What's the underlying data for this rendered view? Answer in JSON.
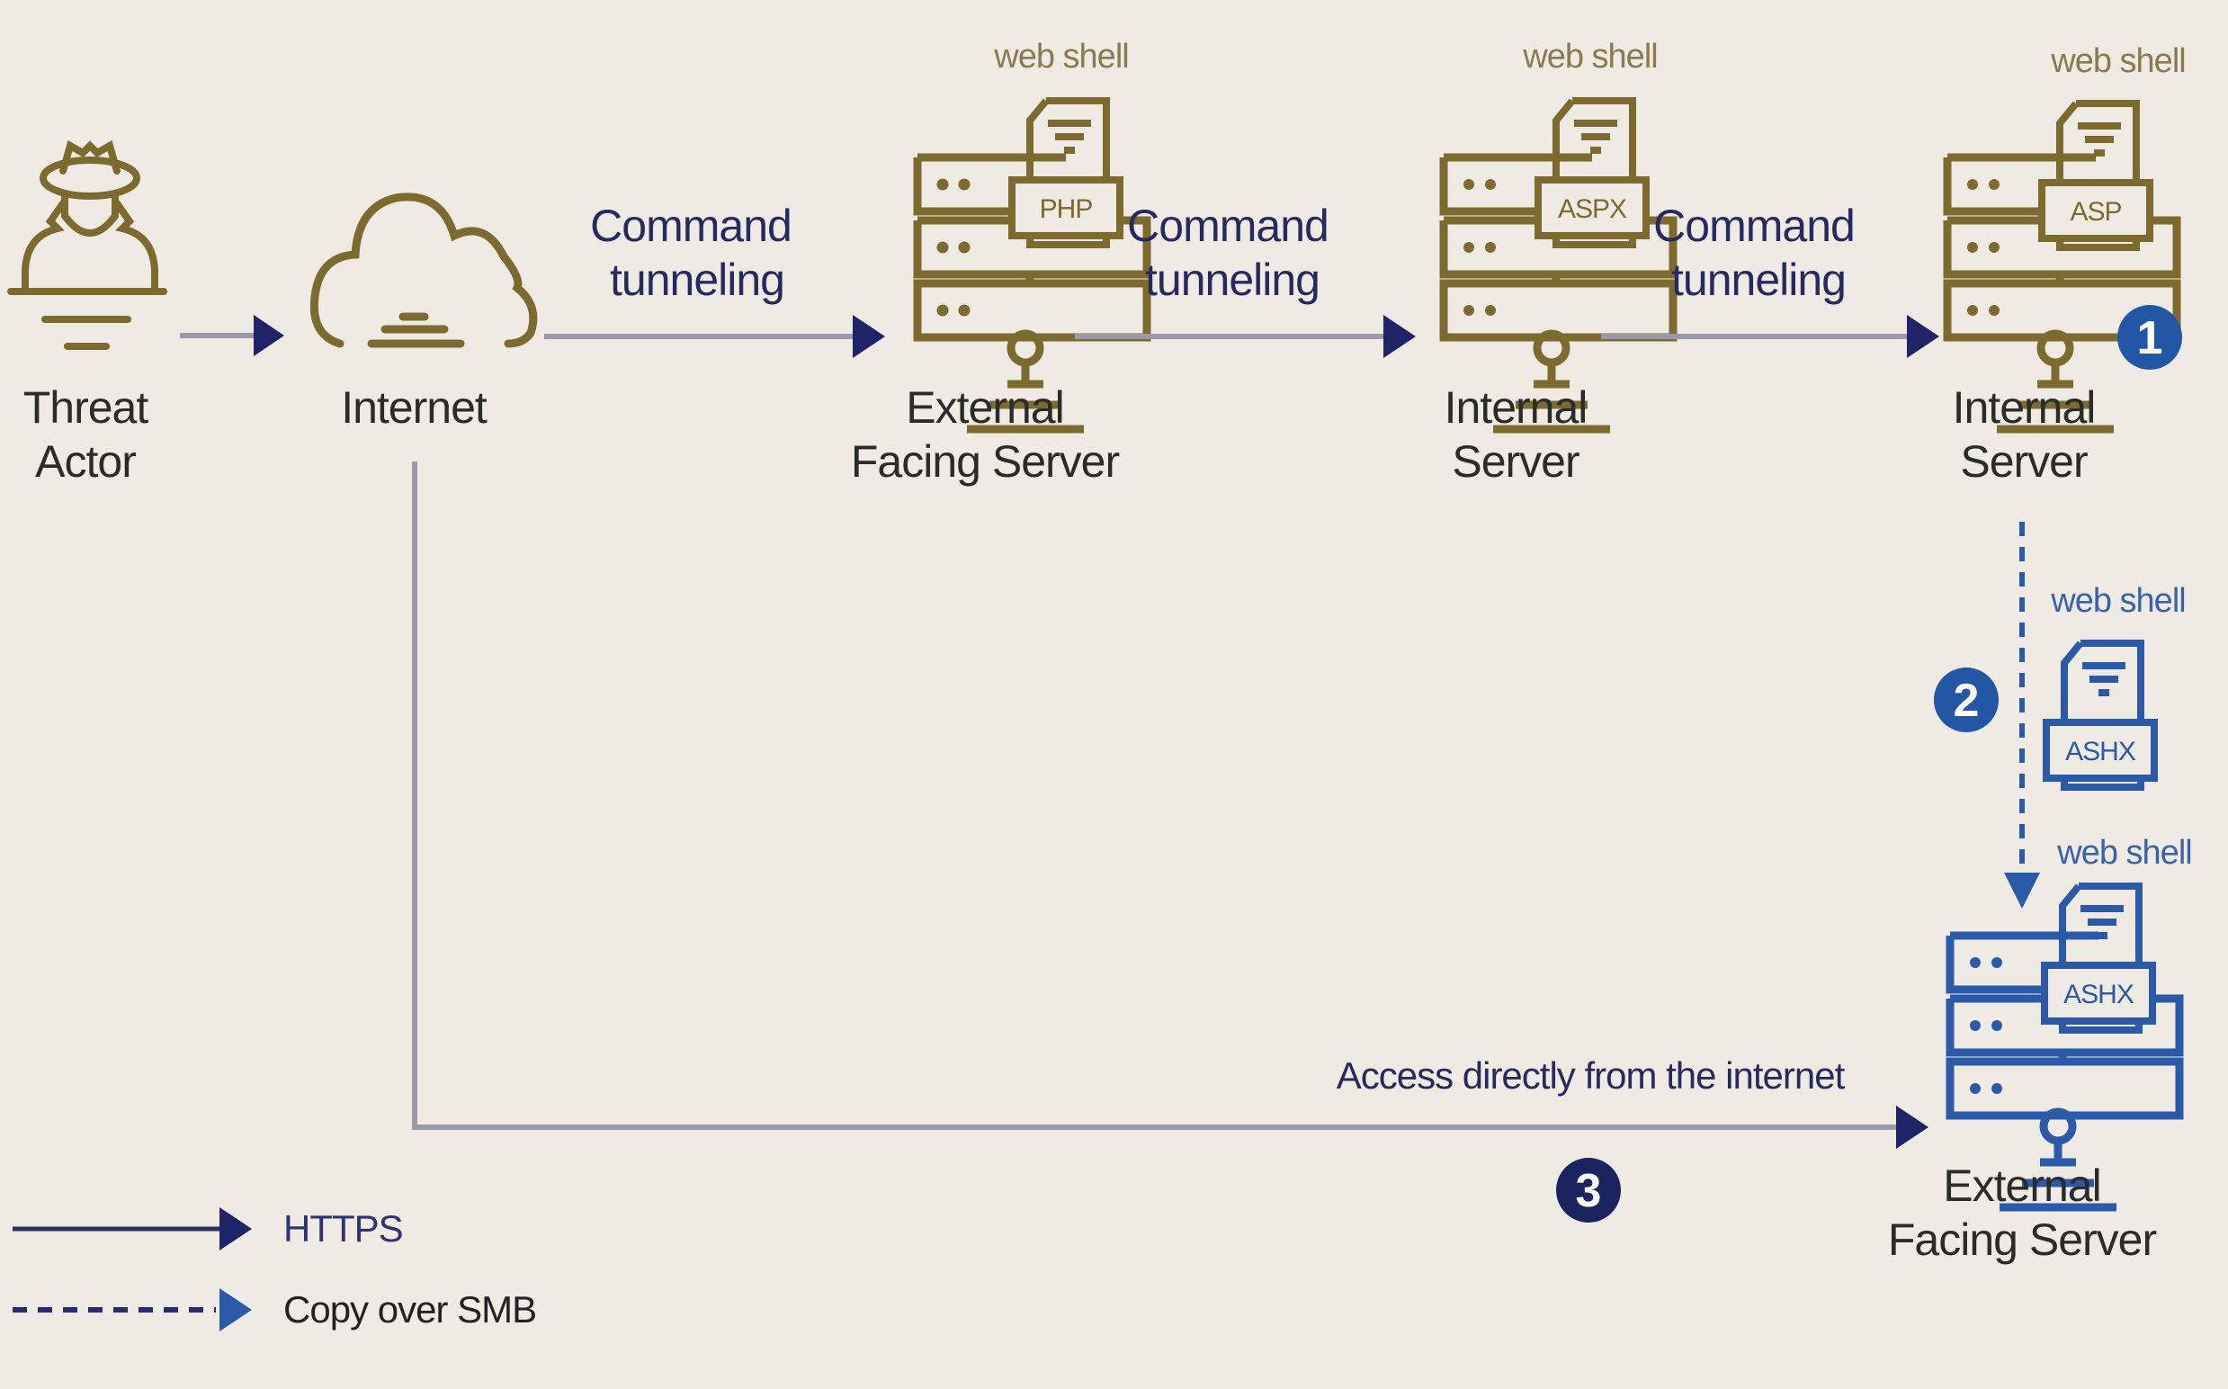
{
  "colors": {
    "background": "#efebe4",
    "gold_icon": "#7d6a2e",
    "gold_text": "#8a7a4e",
    "blue_icon": "#2a5aa8",
    "navy": "#262a5e",
    "arrow_head": "#1f2466",
    "line_gray": "#9a9aae",
    "badge_blue": "#2357a6",
    "badge_navy": "#1c2460",
    "dark_text": "#2b2b2b"
  },
  "nodes": {
    "threat_actor": {
      "icon": "spy-hat-person-icon",
      "label_line1": "Threat",
      "label_line2": "Actor"
    },
    "internet": {
      "icon": "cloud-icon",
      "label_line1": "Internet"
    },
    "external_server_1": {
      "icon": "server-rack-icon",
      "label_line1": "External",
      "label_line2": "Facing Server",
      "web_shell_label": "web shell",
      "file_type": "PHP"
    },
    "internal_server_1": {
      "icon": "server-rack-icon",
      "label_line1": "Internal",
      "label_line2": "Server",
      "web_shell_label": "web shell",
      "file_type": "ASPX"
    },
    "internal_server_2": {
      "icon": "server-rack-icon",
      "label_line1": "Internal",
      "label_line2": "Server",
      "web_shell_label": "web shell",
      "file_type": "ASP"
    },
    "copied_shell": {
      "icon": "document-icon",
      "web_shell_label": "web shell",
      "file_type": "ASHX"
    },
    "external_server_2": {
      "icon": "server-rack-icon",
      "label_line1": "External",
      "label_line2": "Facing Server",
      "web_shell_label": "web shell",
      "file_type": "ASHX"
    }
  },
  "edges": {
    "tunnel_1": {
      "line1": "Command",
      "line2": "tunneling"
    },
    "tunnel_2": {
      "line1": "Command",
      "line2": "tunneling"
    },
    "tunnel_3": {
      "line1": "Command",
      "line2": "tunneling"
    },
    "direct_access": {
      "label": "Access directly from the internet"
    }
  },
  "badges": {
    "step1": "1",
    "step2": "2",
    "step3": "3"
  },
  "legend": {
    "https": "HTTPS",
    "smb": "Copy over SMB"
  }
}
